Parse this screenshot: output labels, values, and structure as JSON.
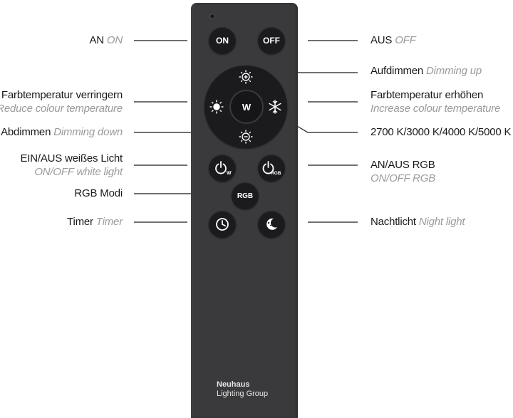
{
  "remote": {
    "brand_line1": "Neuhaus",
    "brand_line2": "Lighting Group",
    "on_btn": "ON",
    "off_btn": "OFF",
    "w_btn": "W",
    "rgb_btn": "RGB",
    "white_onoff_sub": "W",
    "rgb_onoff_sub": "RGB"
  },
  "labels": {
    "an": {
      "de": "AN",
      "en": "ON"
    },
    "aus": {
      "de": "AUS",
      "en": "OFF"
    },
    "dim_up": {
      "de": "Aufdimmen",
      "en": "Dimming up"
    },
    "temp_down": {
      "de": "Farbtemperatur verringern",
      "en": "Reduce colour temperature"
    },
    "temp_up": {
      "de": "Farbtemperatur erhöhen",
      "en": "Increase colour temperature"
    },
    "dim_down": {
      "de": "Abdimmen",
      "en": "Dimming down"
    },
    "kelvin": {
      "de": "2700 K/3000 K/4000 K/5000 K"
    },
    "white_onoff": {
      "de": "EIN/AUS weißes Licht",
      "en": "ON/OFF white light"
    },
    "rgb_onoff": {
      "de": "AN/AUS RGB",
      "en": "ON/OFF RGB"
    },
    "rgb_modes": {
      "de": "RGB Modi"
    },
    "timer": {
      "de": "Timer",
      "en": "Timer"
    },
    "night": {
      "de": "Nachtlicht",
      "en": "Night light"
    }
  },
  "colors": {
    "remote_body": "#3a3a3c",
    "button": "#1b1b1d",
    "label_text": "#1a1a1a",
    "label_english": "#9a9a9a"
  }
}
